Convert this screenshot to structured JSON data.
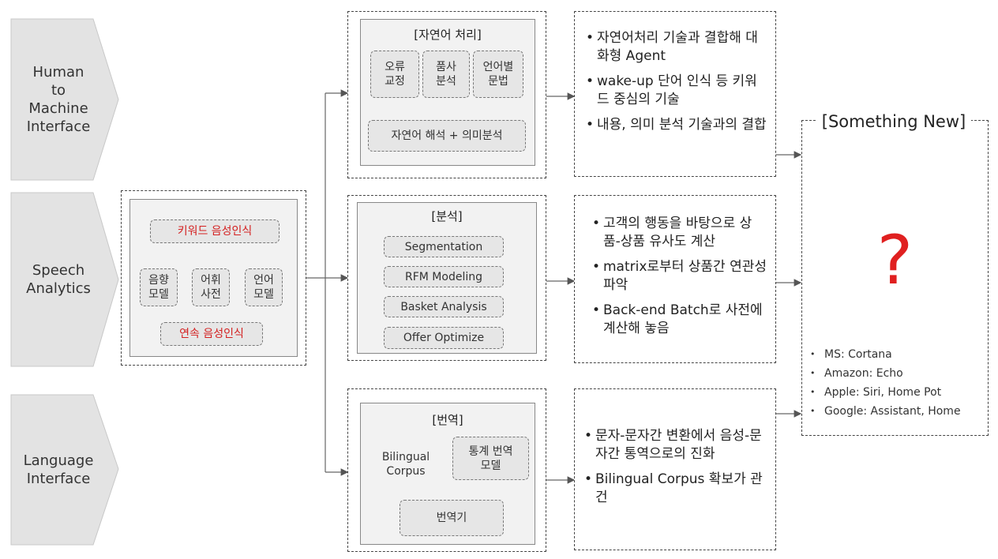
{
  "left_labels": [
    {
      "text": "Human\nto\nMachine\nInterface"
    },
    {
      "text": "Speech\nAnalytics"
    },
    {
      "text": "Language\nInterface"
    }
  ],
  "speech_box": {
    "keyword": "키워드 음성인식",
    "models": [
      "음향\n모델",
      "어휘\n사전",
      "언어\n모델"
    ],
    "continuous": "연속 음성인식"
  },
  "nlp_box": {
    "title": "[자연어 처리]",
    "items": [
      "오류\n교정",
      "품사\n분석",
      "언어별\n문법"
    ],
    "result": "자연어 해석 + 의미분석"
  },
  "analysis_box": {
    "title": "[분석]",
    "steps": [
      "Segmentation",
      "RFM Modeling",
      "Basket Analysis",
      "Offer Optimize"
    ]
  },
  "translation_box": {
    "title": "[번역]",
    "corpus": "Bilingual\nCorpus",
    "model": "통계 번역\n모델",
    "translator": "번역기"
  },
  "notes": {
    "nlp": [
      "자연어처리 기술과 결합해 대화형 Agent",
      "wake-up 단어 인식 등 키워드 중심의 기술",
      "내용, 의미 분석 기술과의 결합"
    ],
    "analysis": [
      "고객의 행동을 바탕으로 상품-상품 유사도 계산",
      "matrix로부터 상품간 연관성 파악",
      "Back-end Batch로 사전에 계산해 놓음"
    ],
    "translation": [
      "문자-문자간 변환에서 음성-문자간 통역으로의 진화",
      "Bilingual Corpus 확보가 관건"
    ]
  },
  "something_new": {
    "title": "[Something New]",
    "mark": "?",
    "items": [
      "MS: Cortana",
      "Amazon: Echo",
      "Apple: Siri, Home Pot",
      "Google: Assistant, Home"
    ]
  },
  "colors": {
    "accent_red": "#d42020",
    "question_red": "#e02020",
    "chevron": "#e3e3e3"
  }
}
